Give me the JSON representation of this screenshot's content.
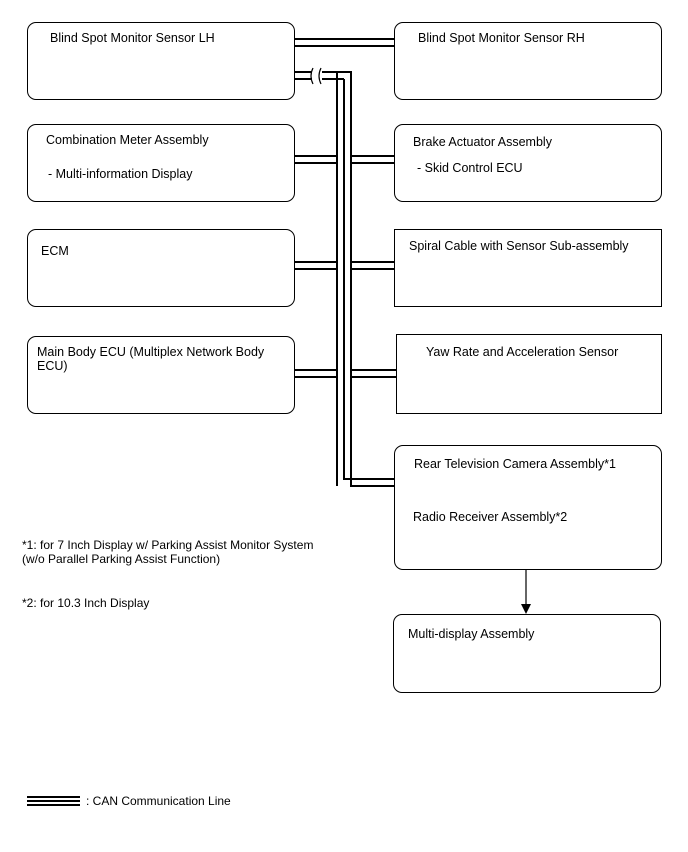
{
  "boxes": {
    "bsm_lh": {
      "title": "Blind Spot Monitor Sensor LH"
    },
    "bsm_rh": {
      "title": "Blind Spot Monitor Sensor RH"
    },
    "combo_meter": {
      "title": "Combination Meter Assembly",
      "sub": "- Multi-information Display"
    },
    "brake_actuator": {
      "title": "Brake Actuator Assembly",
      "sub": "- Skid Control ECU"
    },
    "ecm": {
      "title": "ECM"
    },
    "spiral_cable": {
      "title": "Spiral Cable with Sensor Sub-assembly"
    },
    "main_body_ecu": {
      "title": "Main Body ECU (Multiplex Network Body ECU)"
    },
    "yaw_rate": {
      "title": "Yaw Rate and Acceleration Sensor"
    },
    "rear_tv_radio": {
      "title": "Rear Television Camera Assembly*1",
      "sub": "Radio Receiver Assembly*2"
    },
    "multi_display": {
      "title": "Multi-display Assembly"
    }
  },
  "notes": {
    "note1_line1": "*1: for 7 Inch Display w/ Parking Assist Monitor System",
    "note1_line2": "(w/o Parallel Parking Assist Function)",
    "note2": "*2: for 10.3 Inch Display"
  },
  "legend": {
    "label": ": CAN Communication Line"
  }
}
